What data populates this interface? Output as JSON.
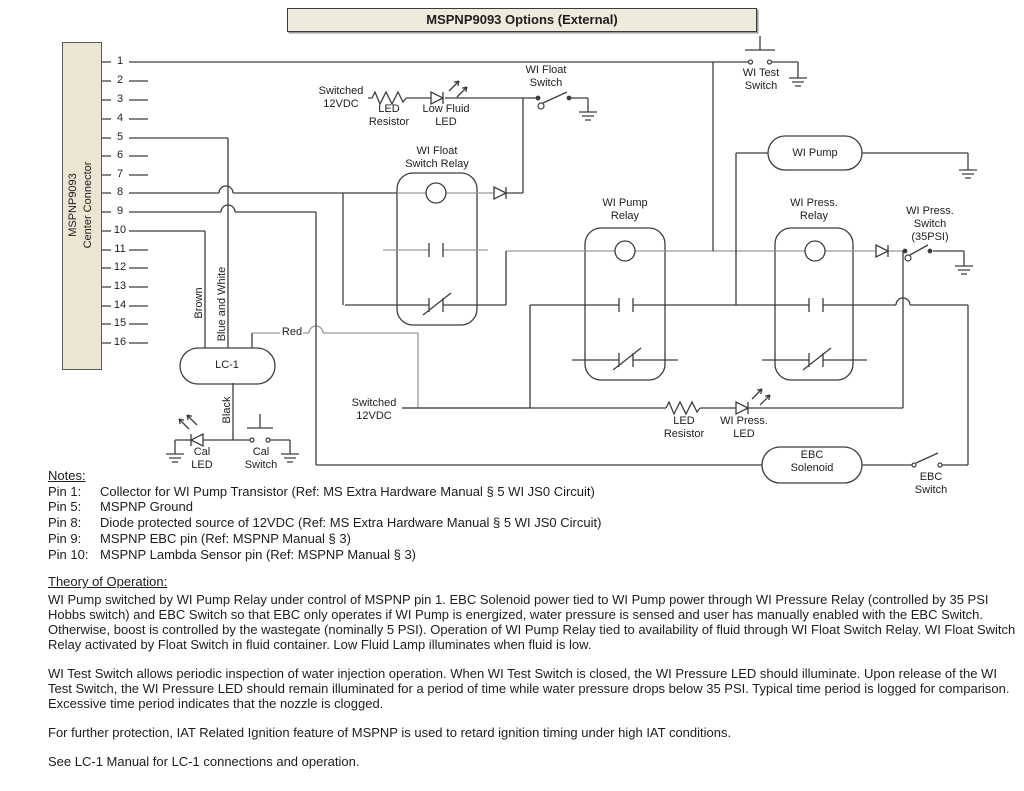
{
  "title": "MSPNP9093 Options (External)",
  "connector": {
    "label": "MSPNP9093\nCenter Connector",
    "pins": [
      "1",
      "2",
      "3",
      "4",
      "5",
      "6",
      "7",
      "8",
      "9",
      "10",
      "11",
      "12",
      "13",
      "14",
      "15",
      "16"
    ]
  },
  "labels": {
    "switched_12vdc_top": "Switched\n12VDC",
    "led_resistor_top": "LED\nResistor",
    "low_fluid_led": "Low Fluid\nLED",
    "wi_float_switch": "WI Float\nSwitch",
    "wi_test_switch": "WI Test\nSwitch",
    "wi_float_switch_relay": "WI Float\nSwitch Relay",
    "wi_pump": "WI Pump",
    "wi_pump_relay": "WI Pump\nRelay",
    "wi_press_relay": "WI Press.\nRelay",
    "wi_press_switch": "WI Press.\nSwitch\n(35PSI)",
    "wire_brown": "Brown",
    "wire_blue_white": "Blue and White",
    "wire_red": "Red",
    "wire_black": "Black",
    "lc1": "LC-1",
    "cal_led": "Cal\nLED",
    "cal_switch": "Cal\nSwitch",
    "switched_12vdc_bottom": "Switched\n12VDC",
    "led_resistor_bottom": "LED\nResistor",
    "wi_press_led": "WI Press.\nLED",
    "ebc_solenoid": "EBC\nSolenoid",
    "ebc_switch": "EBC\nSwitch"
  },
  "notes": {
    "heading": "Notes:",
    "items": [
      {
        "pin": "Pin 1:",
        "text": "Collector for WI Pump Transistor (Ref:  MS Extra Hardware Manual § 5 WI JS0 Circuit)"
      },
      {
        "pin": "Pin 5:",
        "text": "MSPNP Ground"
      },
      {
        "pin": "Pin 8:",
        "text": "Diode protected source of 12VDC (Ref:  MS Extra Hardware Manual § 5 WI JS0 Circuit)"
      },
      {
        "pin": "Pin 9:",
        "text": "MSPNP EBC pin (Ref:  MSPNP Manual § 3)"
      },
      {
        "pin": "Pin 10:",
        "text": "MSPNP Lambda Sensor pin (Ref:  MSPNP Manual § 3)"
      }
    ]
  },
  "theory": {
    "heading": "Theory of Operation:",
    "paragraphs": [
      "WI Pump switched by WI Pump Relay under control of MSPNP pin 1.  EBC Solenoid power tied to WI Pump power through WI Pressure Relay (controlled by 35 PSI Hobbs switch) and EBC Switch so that EBC only operates if WI Pump is energized, water pressure is sensed and user has manually enabled with the EBC Switch.  Otherwise, boost is controlled by the wastegate (nominally 5 PSI).  Operation of WI Pump Relay tied to availability of fluid through WI Float Switch Relay.  WI Float Switch Relay activated by Float Switch in fluid container.  Low Fluid Lamp illuminates when fluid is low.",
      "WI Test Switch allows periodic inspection of water injection operation.  When WI Test Switch is closed, the WI Pressure LED should illuminate.  Upon release of the WI Test Switch, the WI Pressure LED should remain illuminated for a period of time while water pressure drops below 35 PSI.  Typical time period is logged for comparison.  Excessive time period indicates that the nozzle is clogged.",
      "For further protection, IAT Related Ignition feature of MSPNP is used to retard ignition timing under high IAT conditions.",
      "See LC-1 Manual for LC-1 connections and operation."
    ]
  },
  "colors": {
    "wire": "#3d3d3d",
    "wire_secondary": "#9b9b9b",
    "panel_fill": "#eae6d2",
    "text": "#1d1d1d"
  }
}
